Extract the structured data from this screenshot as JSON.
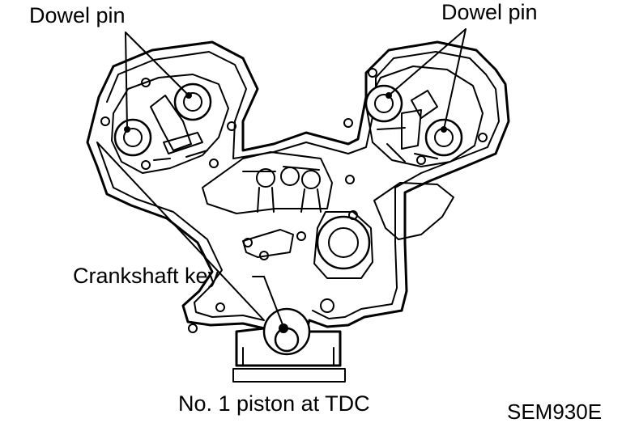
{
  "labels": {
    "dowel_pin_left": "Dowel pin",
    "dowel_pin_right": "Dowel pin",
    "crankshaft_key": "Crankshaft key",
    "piston_tdc": "No. 1 piston at TDC",
    "figure_code": "SEM930E"
  },
  "colors": {
    "line": "#000000",
    "background": "#ffffff"
  }
}
